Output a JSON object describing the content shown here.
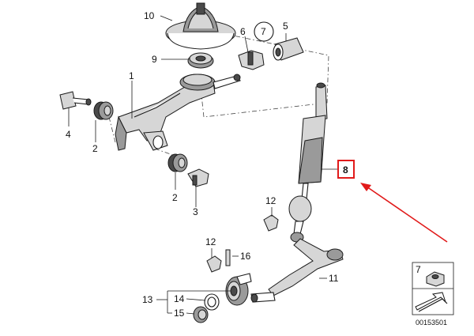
{
  "callouts": {
    "c1": "1",
    "c2a": "2",
    "c2b": "2",
    "c3": "3",
    "c4": "4",
    "c5": "5",
    "c6": "6",
    "c7": "7",
    "c8": "8",
    "c9": "9",
    "c10": "10",
    "c11": "11",
    "c12a": "12",
    "c12b": "12",
    "c13": "13",
    "c14": "14",
    "c15": "15",
    "c16": "16"
  },
  "legend": {
    "number": "7"
  },
  "footer": {
    "diagram_id": "00153501"
  },
  "colors": {
    "highlight": "#e11a1a",
    "arrow": "#e11a1a",
    "lines": "#1a1a1a"
  }
}
